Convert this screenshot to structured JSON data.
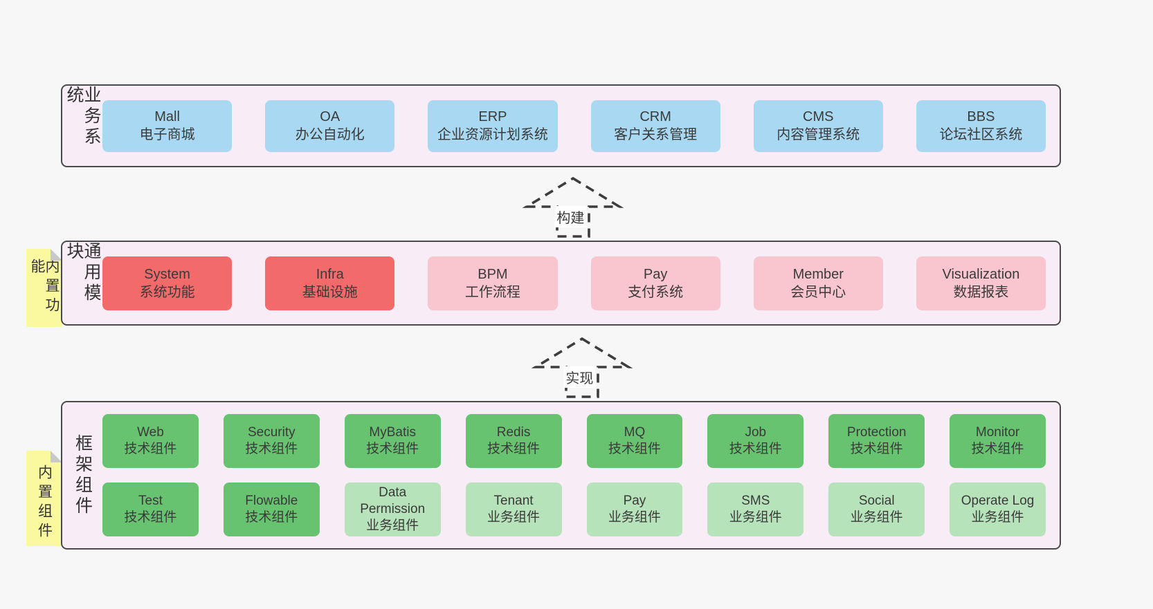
{
  "page": {
    "background": "#f7f7f7"
  },
  "colors": {
    "container_bg": "#f8edf6",
    "container_border": "#4a4a4a",
    "blue": "#a9d9f2",
    "red": "#f36a6a",
    "pink": "#f9c6cf",
    "green_dark": "#68c370",
    "green_light": "#b7e3bb",
    "note_yellow": "#fbf9a0",
    "note_fold": "#c9c9c9",
    "text": "#3a3a3a",
    "arrow_dash": "#3d3d3d"
  },
  "sections": [
    {
      "label": "业务系统",
      "rows": [
        [
          {
            "title": "Mall",
            "subtitle": "电子商城",
            "variant": "blue"
          },
          {
            "title": "OA",
            "subtitle": "办公自动化",
            "variant": "blue"
          },
          {
            "title": "ERP",
            "subtitle": "企业资源计划系统",
            "variant": "blue"
          },
          {
            "title": "CRM",
            "subtitle": "客户关系管理",
            "variant": "blue"
          },
          {
            "title": "CMS",
            "subtitle": "内容管理系统",
            "variant": "blue"
          },
          {
            "title": "BBS",
            "subtitle": "论坛社区系统",
            "variant": "blue"
          }
        ]
      ]
    },
    {
      "label": "通用模块",
      "note": "内置功能",
      "rows": [
        [
          {
            "title": "System",
            "subtitle": "系统功能",
            "variant": "red"
          },
          {
            "title": "Infra",
            "subtitle": "基础设施",
            "variant": "red"
          },
          {
            "title": "BPM",
            "subtitle": "工作流程",
            "variant": "pink"
          },
          {
            "title": "Pay",
            "subtitle": "支付系统",
            "variant": "pink"
          },
          {
            "title": "Member",
            "subtitle": "会员中心",
            "variant": "pink"
          },
          {
            "title": "Visualization",
            "subtitle": "数据报表",
            "variant": "pink"
          }
        ]
      ]
    },
    {
      "label": "框架组件",
      "note": "内置组件",
      "rows": [
        [
          {
            "title": "Web",
            "subtitle": "技术组件",
            "variant": "green_dark"
          },
          {
            "title": "Security",
            "subtitle": "技术组件",
            "variant": "green_dark"
          },
          {
            "title": "MyBatis",
            "subtitle": "技术组件",
            "variant": "green_dark"
          },
          {
            "title": "Redis",
            "subtitle": "技术组件",
            "variant": "green_dark"
          },
          {
            "title": "MQ",
            "subtitle": "技术组件",
            "variant": "green_dark"
          },
          {
            "title": "Job",
            "subtitle": "技术组件",
            "variant": "green_dark"
          },
          {
            "title": "Protection",
            "subtitle": "技术组件",
            "variant": "green_dark"
          },
          {
            "title": "Monitor",
            "subtitle": "技术组件",
            "variant": "green_dark"
          }
        ],
        [
          {
            "title": "Test",
            "subtitle": "技术组件",
            "variant": "green_dark"
          },
          {
            "title": "Flowable",
            "subtitle": "技术组件",
            "variant": "green_dark"
          },
          {
            "title": "Data Permission",
            "subtitle": "业务组件",
            "variant": "green_light"
          },
          {
            "title": "Tenant",
            "subtitle": "业务组件",
            "variant": "green_light"
          },
          {
            "title": "Pay",
            "subtitle": "业务组件",
            "variant": "green_light"
          },
          {
            "title": "SMS",
            "subtitle": "业务组件",
            "variant": "green_light"
          },
          {
            "title": "Social",
            "subtitle": "业务组件",
            "variant": "green_light"
          },
          {
            "title": "Operate Log",
            "subtitle": "业务组件",
            "variant": "green_light"
          }
        ]
      ]
    }
  ],
  "arrows": [
    {
      "label": "构建"
    },
    {
      "label": "实现"
    }
  ]
}
